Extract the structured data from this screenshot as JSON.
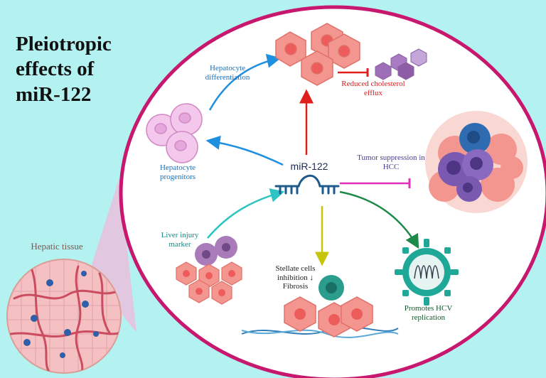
{
  "title": "Pleiotropic effects of miR-122",
  "center": {
    "label": "miR-122"
  },
  "tissue": {
    "label": "Hepatic tissue"
  },
  "effects": {
    "differentiation": "Hepatocyte differentiation",
    "progenitors": "Hepatocyte progenitors",
    "cholesterol": "Reduced cholesterol efflux",
    "tumor": "Tumor suppression in HCC",
    "injury": "Liver injury marker",
    "stellate": "Stellate cells inhibition ↓ Fibrosis",
    "hcv": "Promotes HCV replication"
  },
  "colors": {
    "background": "#b3f2f0",
    "circle_fill": "#ffffff",
    "circle_border": "#c8176e",
    "blue_arrow": "#1f8fe0",
    "red_arrow": "#e01e1e",
    "magenta_arrow": "#e02fb8",
    "teal_arrow": "#2ec4c4",
    "yellow_arrow": "#c8c40a",
    "green_arrow": "#1e8a4a",
    "hepatocyte": "#f3968f",
    "progenitor": "#f4c8ec",
    "tumor_cell": "#7a5ab0",
    "virus": "#1fa898"
  },
  "icons": [
    "hepatocyte-cluster-icon",
    "cholesterol-molecule-icon",
    "progenitor-cells-icon",
    "tumor-mass-icon",
    "mirna-hairpin-icon",
    "injured-cells-icon",
    "stellate-cell-icon",
    "hcv-virus-icon",
    "liver-tissue-icon"
  ]
}
